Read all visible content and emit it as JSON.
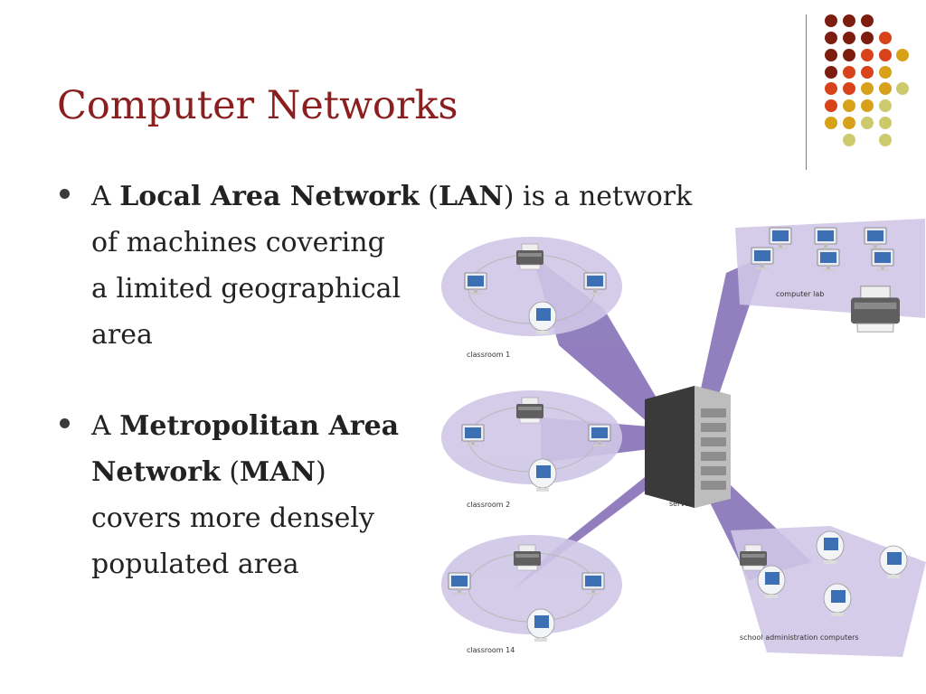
{
  "title": "Computer Networks",
  "bullets": [
    {
      "line1": {
        "a": "A ",
        "b": "Local Area Network",
        "c": " (",
        "d": "LAN",
        "e": ") is a network"
      },
      "line2": "of machines covering",
      "line3": "a limited geographical",
      "line4": "area"
    },
    {
      "line1": {
        "a": "A ",
        "b": "Metropolitan Area"
      },
      "line2": {
        "b": "Network",
        "c": " (",
        "d": "MAN",
        "e": ")"
      },
      "line3": "covers more densely",
      "line4": "populated area"
    }
  ],
  "diagram": {
    "labels": {
      "classroom1": "classroom 1",
      "classroom2": "classroom 2",
      "classroom14": "classroom 14",
      "computer_lab": "computer lab",
      "server": "server",
      "admin": "school administration computers"
    },
    "icons": [
      "printer-icon",
      "monitor-icon",
      "imac-icon",
      "server-icon"
    ]
  },
  "colors": {
    "title": "#8b1e1e",
    "dot_dark_red": "#7d1d10",
    "dot_orange": "#d8431b",
    "dot_gold": "#d8a11a",
    "dot_khaki": "#cdca6e",
    "lan_fill": "#cfc7e6",
    "link_fill": "#7f68b3"
  }
}
